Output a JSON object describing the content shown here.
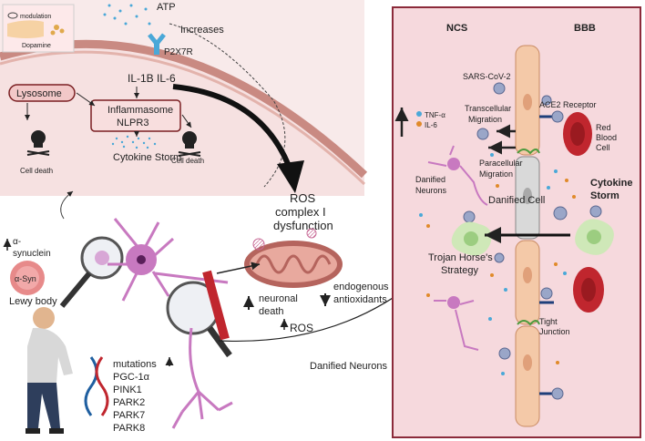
{
  "inset": {
    "modulation": "modulation",
    "dopamine": "Dopamine"
  },
  "cell": {
    "atp": "ATP",
    "increases": "Increases",
    "receptor": "P2X7R",
    "cytokines": "IL-1B IL-6",
    "lysosome": "Lysosome",
    "inflammasome_line1": "Inflammasome",
    "inflammasome_line2": "NLPR3",
    "cell_death_left": "Cell death",
    "cell_death_right": "Cell death",
    "cytokine_storm": "Cytokine Storm"
  },
  "mito": {
    "ros_line1": "ROS",
    "ros_line2": "complex I",
    "ros_line3": "dysfunction",
    "neuronal_line1": "neuronal",
    "neuronal_line2": "death",
    "endogenous_line1": "endogenous",
    "endogenous_line2": "antioxidants",
    "ros_bottom": "ROS"
  },
  "left": {
    "alpha_line1": "α-",
    "alpha_line2": "synuclein",
    "asyn": "α-Syn",
    "lewy": "Lewy body",
    "mutations": "mutations",
    "genes": [
      "PGC-1α",
      "PINK1",
      "PARK2",
      "PARK7",
      "PARK8"
    ],
    "danified_neurons_bottom": "Danified Neurons"
  },
  "bbb_panel": {
    "ncs": "NCS",
    "bbb": "BBB",
    "sars": "SARS-CoV-2",
    "ace2": "ACE2 Receptor",
    "tnf": "TNF-α",
    "il6": "IL-6",
    "transcellular_line1": "Transcellular",
    "transcellular_line2": "Migration",
    "paracellular_line1": "Paracellular",
    "paracellular_line2": "Migration",
    "danified_neurons_line1": "Danified",
    "danified_neurons_line2": "Neurons",
    "danified_cell": "Danified Cell",
    "rbc_line1": "Red",
    "rbc_line2": "Blood",
    "rbc_line3": "Cell",
    "cytokine_storm_line1": "Cytokine",
    "cytokine_storm_line2": "Storm",
    "trojan_line1": "Trojan Horse's",
    "trojan_line2": "Strategy",
    "tight_line1": "Tight",
    "tight_line2": "Junction"
  },
  "colors": {
    "cell_bg": "#f6e3e3",
    "membrane": "#c98a82",
    "panel_bg": "#f6d9dd",
    "panel_border": "#8b2a3a",
    "endothelial": "#f4c9a8",
    "neuron": "#c879c0",
    "rbc": "#c0262e",
    "mito": "#b5645d",
    "receptor": "#4aa8d8",
    "virus": "#9aa6c8"
  }
}
